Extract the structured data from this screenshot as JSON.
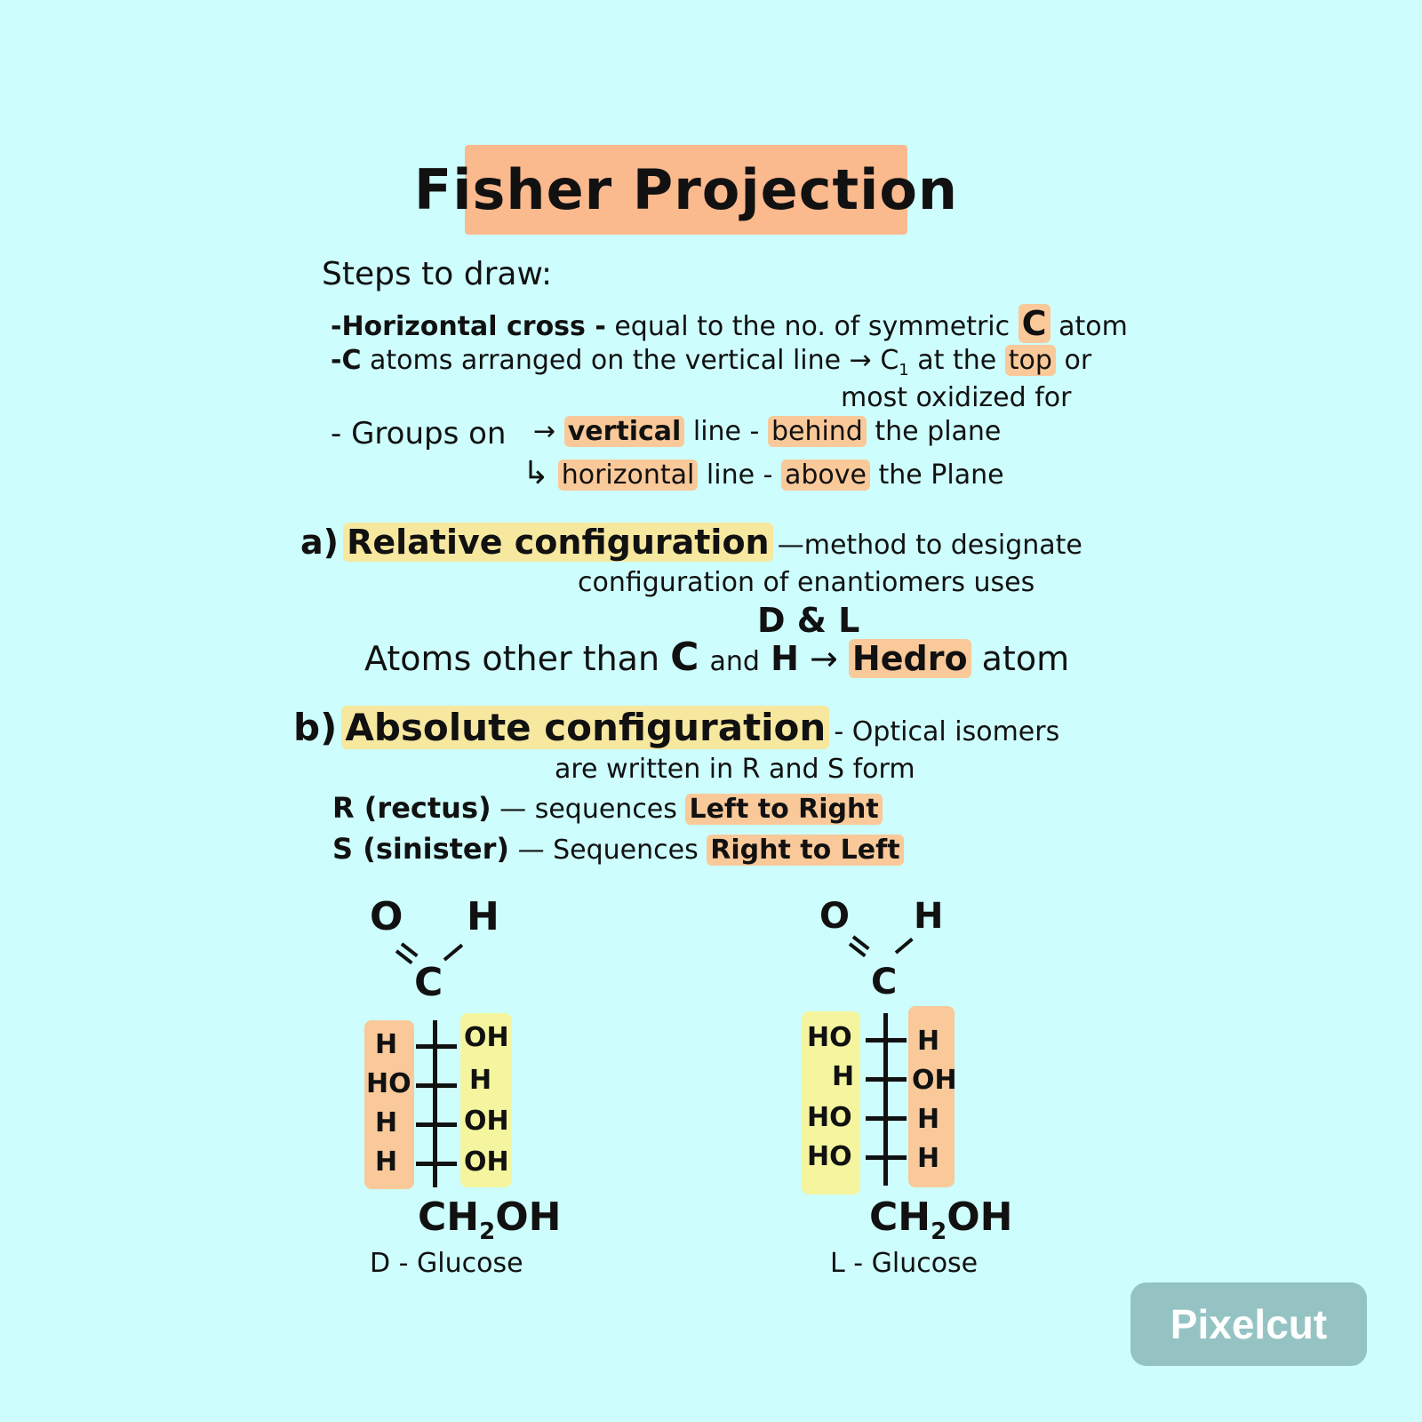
{
  "title": "Fisher Projection",
  "steps": {
    "heading": "Steps to draw:",
    "step1_a": "-Horizontal cross -",
    "step1_b": "equal to the no. of symmetric",
    "step1_c": "C",
    "step1_d": "atom",
    "step2_a": "-C",
    "step2_b": "atoms arranged on the vertical line → C",
    "step2_sub": "1",
    "step2_c": "at the",
    "step2_top": "top",
    "step2_d": "or",
    "step2_e": "most oxidized for",
    "step3_a": "- Groups on",
    "arrow1": "→",
    "vertical": "vertical",
    "step3_b": "line -",
    "behind": "behind",
    "step3_c": "the plane",
    "arrow2": "↳",
    "horizontal": "horizontal",
    "step3_d": "line -",
    "above": "above",
    "step3_e": "the Plane"
  },
  "relative": {
    "label": "a)",
    "term": "Relative configuration",
    "desc1": "—method to designate",
    "desc2": "configuration of enantiomers uses",
    "dl": "D & L",
    "atoms_a": "Atoms other than",
    "atoms_c": "C",
    "atoms_and": "and",
    "atoms_h": "H",
    "atoms_arrow": "→",
    "hedro": "Hedro",
    "atoms_end": "atom"
  },
  "absolute": {
    "label": "b)",
    "term": "Absolute configuration",
    "desc1": "- Optical isomers",
    "desc2": "are written in R and S form",
    "r_label": "R (rectus)",
    "r_dash": "—",
    "r_seq": "sequences",
    "r_dir": "Left to Right",
    "s_label": "S (sinister)",
    "s_dash": "—",
    "s_seq": "Sequences",
    "s_dir": "Right to Left"
  },
  "d_glucose": {
    "o": "O",
    "h": "H",
    "c": "C",
    "left": [
      "H",
      "HO",
      "H",
      "H"
    ],
    "right": [
      "OH",
      "H",
      "OH",
      "OH"
    ],
    "bottom": "CH",
    "bottom_sub": "2",
    "bottom_end": "OH",
    "name": "D - Glucose"
  },
  "l_glucose": {
    "o": "O",
    "h": "H",
    "c": "C",
    "left": [
      "HO",
      "H",
      "HO",
      "HO"
    ],
    "right": [
      "H",
      "OH",
      "H",
      "H"
    ],
    "bottom": "CH",
    "bottom_sub": "2",
    "bottom_end": "OH",
    "name": "L - Glucose"
  },
  "watermark": "Pixelcut",
  "colors": {
    "background": "#cdfdfc",
    "title_bg": "#fbb98e",
    "highlight_orange": "#f9c99a",
    "highlight_yellow": "#f7e8a0",
    "watermark_bg": "#95c3c3"
  }
}
